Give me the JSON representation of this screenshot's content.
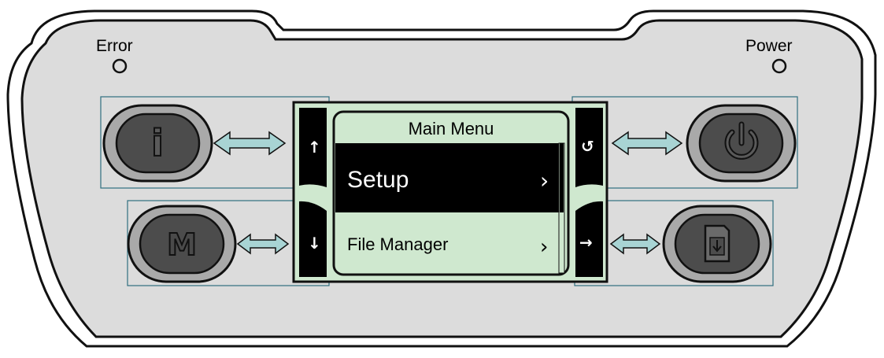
{
  "panel": {
    "error_label": "Error",
    "power_label": "Power"
  },
  "lcd": {
    "title": "Main Menu",
    "items": [
      {
        "label": "Setup",
        "selected": true,
        "chevron": "›"
      },
      {
        "label": "File Manager",
        "selected": false,
        "chevron": "›"
      }
    ]
  },
  "nav_keys": {
    "up_glyph": "↑",
    "down_glyph": "↓",
    "back_glyph": "↺",
    "right_glyph": "→"
  },
  "buttons": {
    "info_glyph": "i",
    "menu_glyph": "M",
    "power_icon": "power-icon",
    "feed_icon": "sd-card-download-icon"
  },
  "colors": {
    "panel_fill": "#dcdcdc",
    "lcd_fill": "#cfe8cf",
    "selected_row": "#000000",
    "arrow_fill": "#a8d4d4",
    "callout_border": "#2f6f7f",
    "button_dark": "#4c4c4c",
    "button_ring": "#a9a9a9"
  }
}
